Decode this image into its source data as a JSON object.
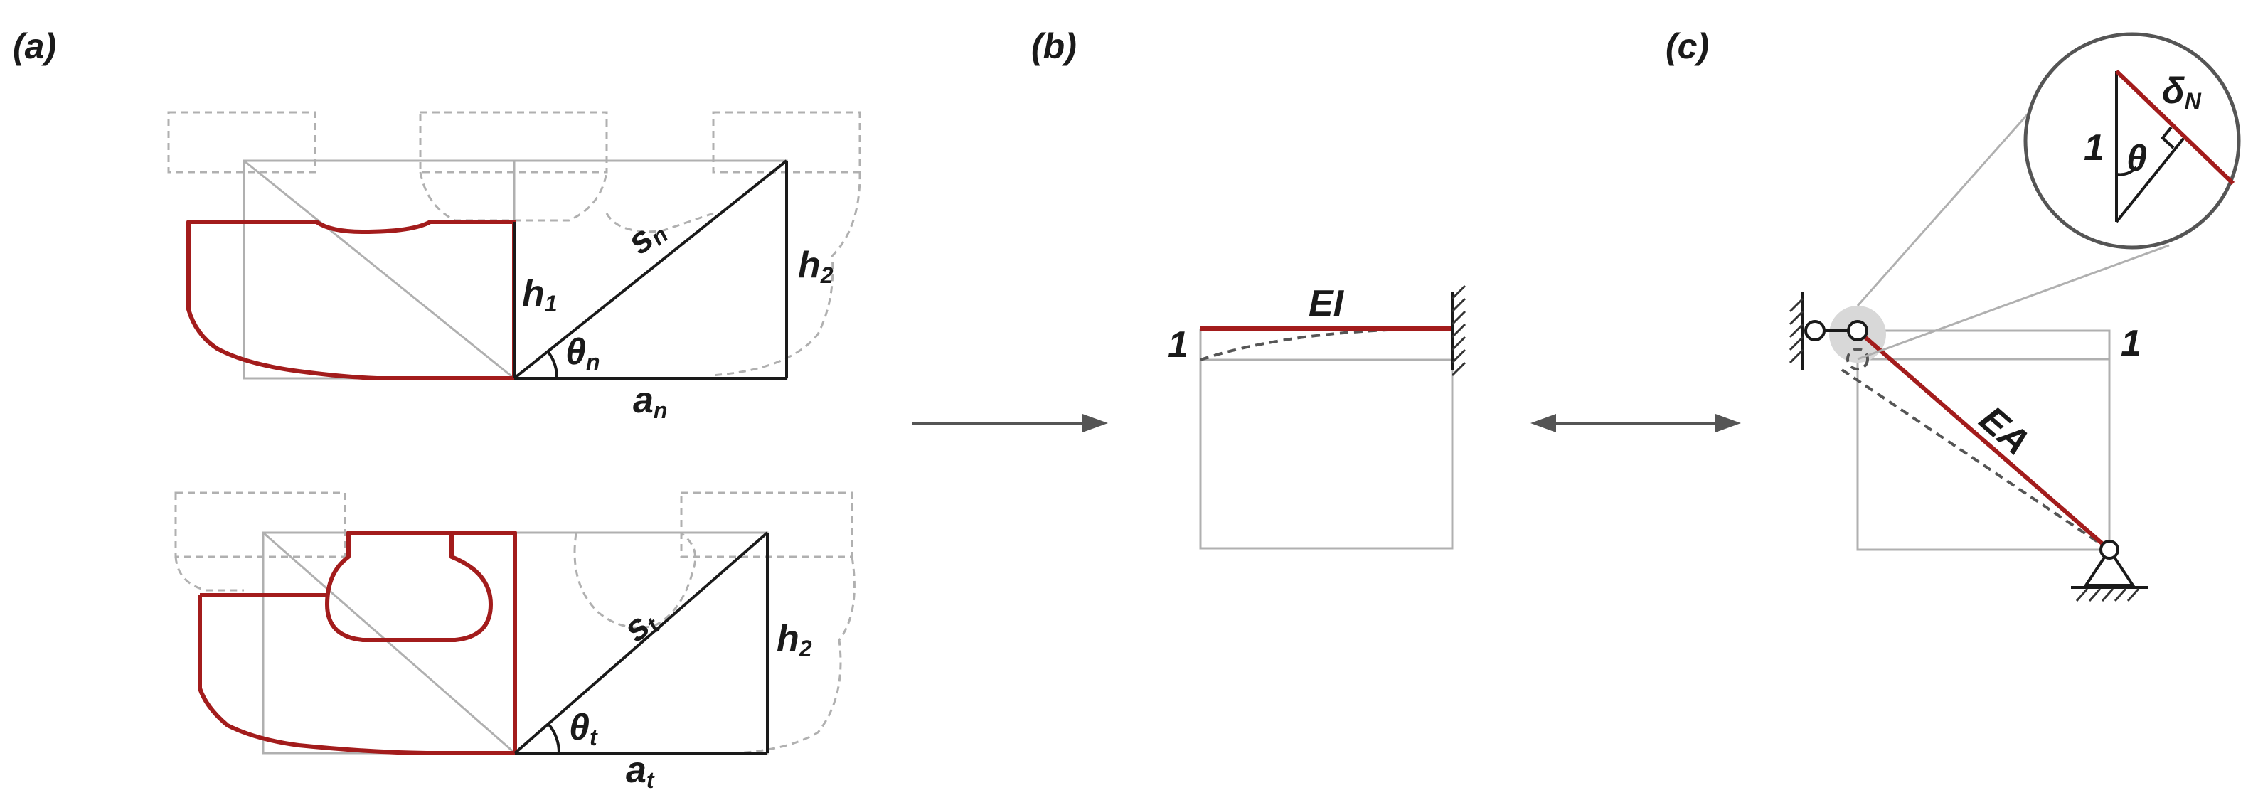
{
  "panels": {
    "a": "(a)",
    "b": "(b)",
    "c": "(c)"
  },
  "labels": {
    "h1": "h",
    "h1_sub": "1",
    "h2_top": "h",
    "h2_top_sub": "2",
    "sn": "s",
    "sn_sub": "n",
    "theta_n": "θ",
    "theta_n_sub": "n",
    "an": "a",
    "an_sub": "n",
    "h2_bot": "h",
    "h2_bot_sub": "2",
    "st": "s",
    "st_sub": "t",
    "theta_t": "θ",
    "theta_t_sub": "t",
    "at": "a",
    "at_sub": "t",
    "ei": "EI",
    "one_b": "1",
    "one_c": "1",
    "ea": "EA",
    "delta": "δ",
    "delta_sub": "N",
    "one_inset": "1",
    "theta_inset": "θ"
  },
  "colors": {
    "member": "#a31c1c",
    "construction": "#b0b0b0",
    "line": "#1a1a1a"
  }
}
